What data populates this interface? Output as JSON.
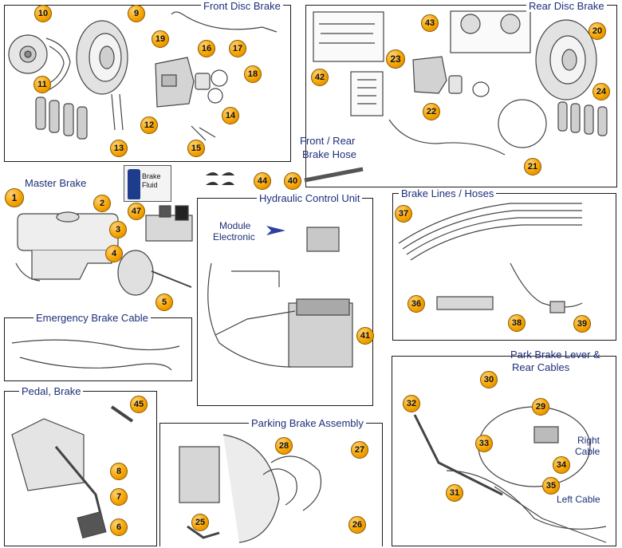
{
  "sections": {
    "front_disc": "Front Disc Brake",
    "rear_disc": "Rear Disc Brake",
    "hose_line1": "Front / Rear",
    "hose_line2": "Brake Hose",
    "master": "Master Brake",
    "fluid_line1": "Brake",
    "fluid_line2": "Fluid",
    "hcu": "Hydraulic Control Unit",
    "module_line1": "Module",
    "module_line2": "Electronic",
    "lines": "Brake Lines / Hoses",
    "emergency": "Emergency Brake Cable",
    "pedal": "Pedal, Brake",
    "parking": "Parking Brake Assembly",
    "park_lever_line1": "Park Brake Lever &",
    "park_lever_line2": "Rear Cables",
    "right_cable_line1": "Right",
    "right_cable_line2": "Cable",
    "left_cable": "Left Cable"
  },
  "parts": {
    "p1": "1",
    "p2": "2",
    "p3": "3",
    "p4": "4",
    "p5": "5",
    "p6": "6",
    "p7": "7",
    "p8": "8",
    "p9": "9",
    "p10": "10",
    "p11": "11",
    "p12": "12",
    "p13": "13",
    "p14": "14",
    "p15": "15",
    "p16": "16",
    "p17": "17",
    "p18": "18",
    "p19": "19",
    "p20": "20",
    "p21": "21",
    "p22": "22",
    "p23": "23",
    "p24": "24",
    "p25": "25",
    "p26": "26",
    "p27": "27",
    "p28": "28",
    "p29": "29",
    "p30": "30",
    "p31": "31",
    "p32": "32",
    "p33": "33",
    "p34": "34",
    "p35": "35",
    "p36": "36",
    "p37": "37",
    "p38": "38",
    "p39": "39",
    "p40": "40",
    "p41": "41",
    "p42": "42",
    "p43": "43",
    "p44": "44",
    "p45": "45",
    "p47": "47"
  },
  "colors": {
    "badge": "#f5a400",
    "title_text": "#1e2f7a",
    "arrow": "#2c3fa3",
    "line_art": "#444444"
  }
}
